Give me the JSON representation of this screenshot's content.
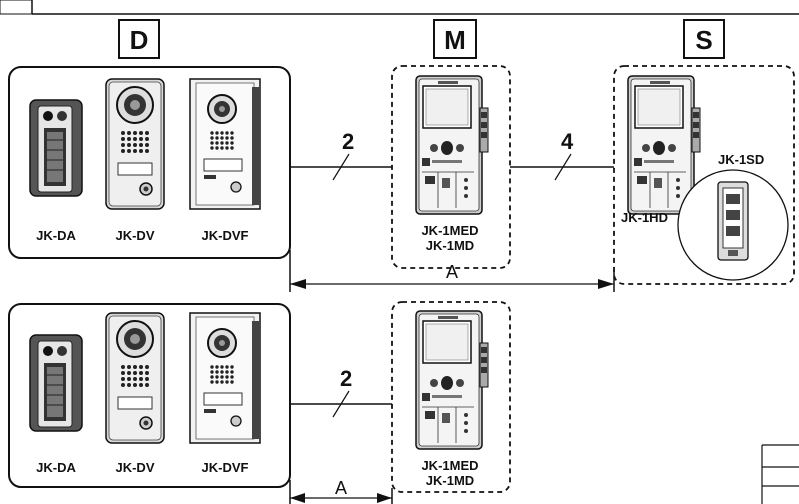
{
  "headers": {
    "door": "D",
    "master": "M",
    "sub": "S"
  },
  "top_row": {
    "door_stations": [
      "JK-DA",
      "JK-DV",
      "JK-DVF"
    ],
    "master_models": [
      "JK-1MED",
      "JK-1MD"
    ],
    "sub_model": "JK-1HD",
    "sub_adapter": "JK-1SD",
    "wire_door_master": "2",
    "wire_master_sub": "4",
    "distance_label": "A"
  },
  "bottom_row": {
    "door_stations": [
      "JK-DA",
      "JK-DV",
      "JK-DVF"
    ],
    "master_models": [
      "JK-1MED",
      "JK-1MD"
    ],
    "wire_door_master": "2",
    "distance_label": "A"
  }
}
